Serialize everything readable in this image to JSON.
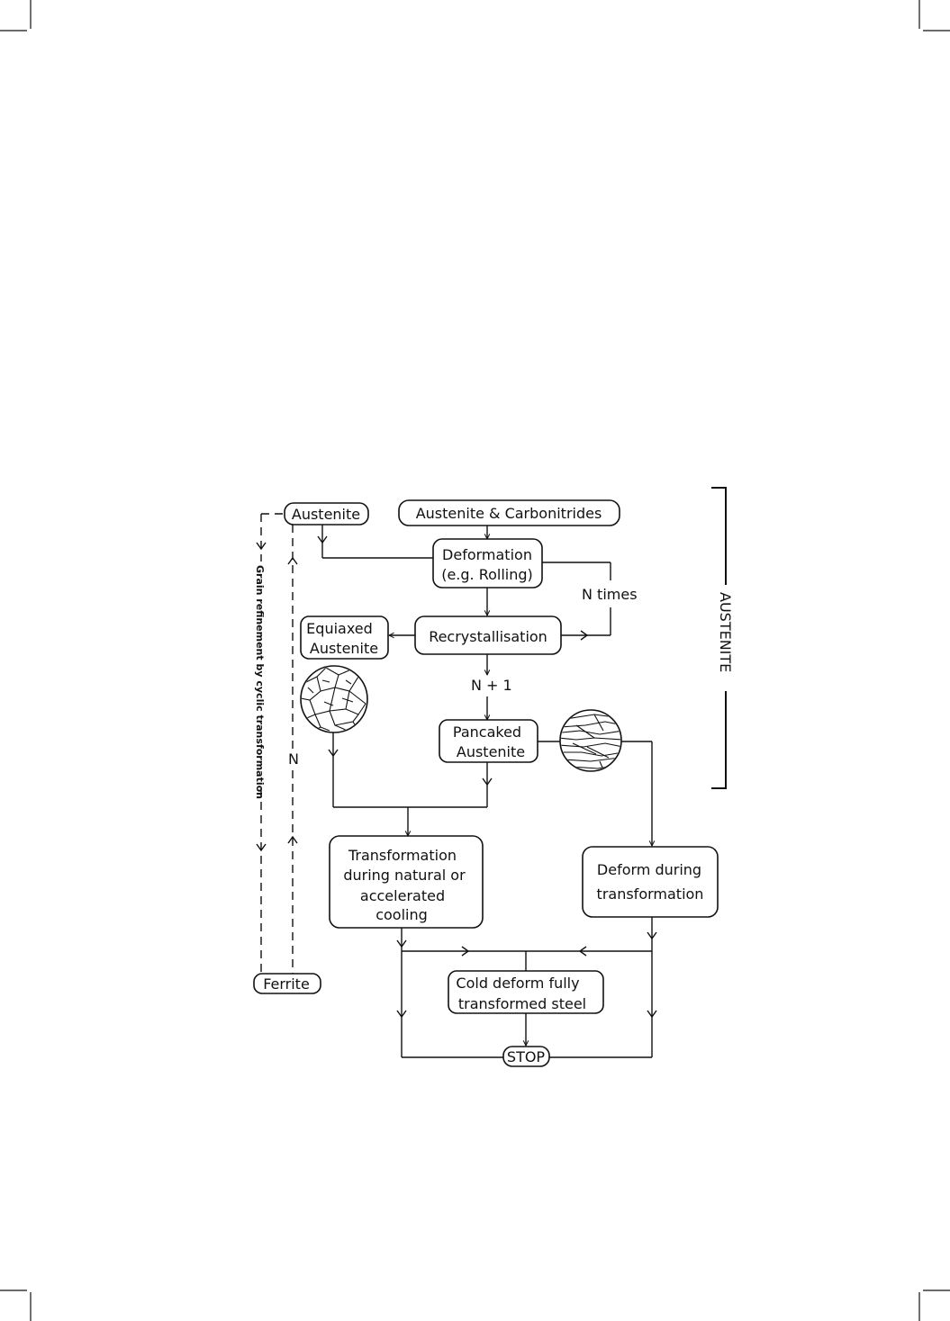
{
  "nodes": {
    "austenite": "Austenite",
    "austenite_carbonitrides": "Austenite & Carbonitrides",
    "deformation_line1": "Deformation",
    "deformation_line2": "(e.g. Rolling)",
    "recrystallisation": "Recrystallisation",
    "equiaxed_line1": "Equiaxed",
    "equiaxed_line2": "Austenite",
    "pancaked_line1": "Pancaked",
    "pancaked_line2": "Austenite",
    "transformation_line1": "Transformation",
    "transformation_line2": "during natural or",
    "transformation_line3": "accelerated",
    "transformation_line4": "cooling",
    "deform_during_line1": "Deform during",
    "deform_during_line2": "transformation",
    "cold_deform_line1": "Cold deform fully",
    "cold_deform_line2": "transformed steel",
    "ferrite": "Ferrite",
    "stop": "STOP"
  },
  "labels": {
    "n_times": "N times",
    "n_plus_1": "N + 1",
    "n": "N",
    "grain_refinement": "Grain refinement by cyclic transformation",
    "austenite_bracket": "AUSTENITE"
  }
}
